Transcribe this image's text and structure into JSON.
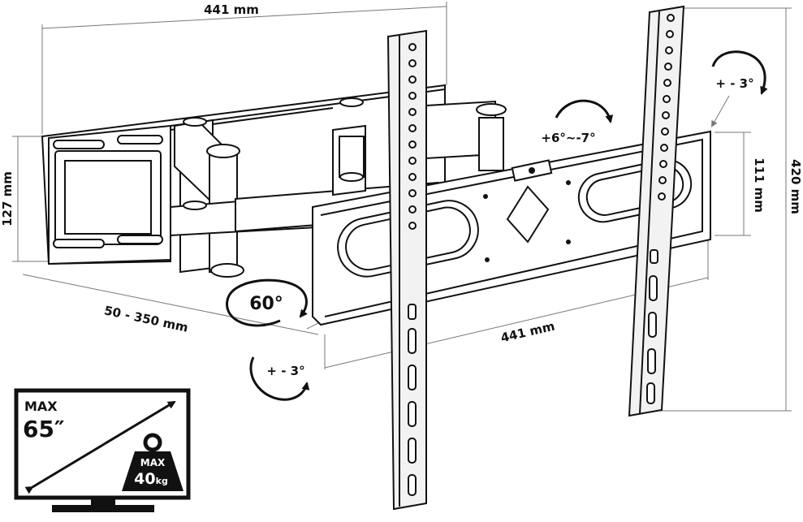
{
  "dimensions": {
    "top_width": "441 mm",
    "bottom_width": "441 mm",
    "height_total": "420 mm",
    "wall_plate_height": "127 mm",
    "tv_plate_height": "111 mm",
    "extension": "50 - 350 mm"
  },
  "angles": {
    "tilt": "+6°~-7°",
    "level_top": "+ - 3°",
    "level_bottom": "+ - 3°",
    "swivel": "60°"
  },
  "tv_badge": {
    "max_label": "MAX",
    "size": "65″",
    "weight_max_label": "MAX",
    "weight_value": "40",
    "weight_unit": "kg"
  },
  "icons": {
    "arrow": "curved-arrow-icon",
    "tv": "tv-icon",
    "weight": "weight-icon"
  },
  "colors": {
    "line": "#111111",
    "dimension": "#777777",
    "background": "#ffffff"
  }
}
